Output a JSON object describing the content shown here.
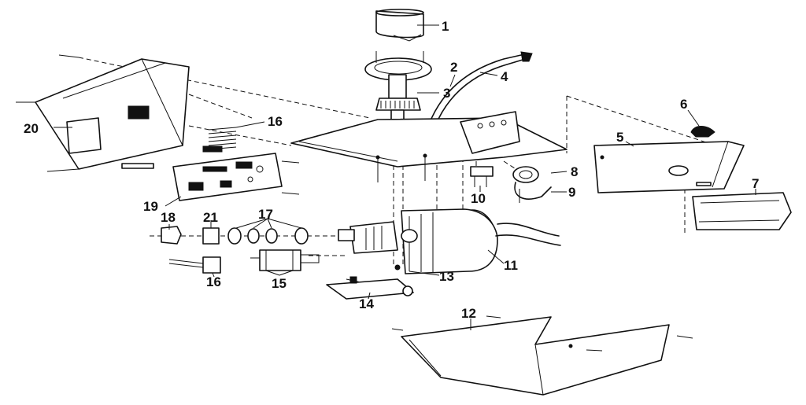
{
  "labels": {
    "p1": "1",
    "p2": "2",
    "p3": "3",
    "p4": "4",
    "p5": "5",
    "p6": "6",
    "p7": "7",
    "p8": "8",
    "p9": "9",
    "p10": "10",
    "p11": "11",
    "p12": "12",
    "p13": "13",
    "p14": "14",
    "p15": "15",
    "p16a": "16",
    "p16b": "16",
    "p17": "17",
    "p18": "18",
    "p19": "19",
    "p20": "20",
    "p21": "21"
  }
}
